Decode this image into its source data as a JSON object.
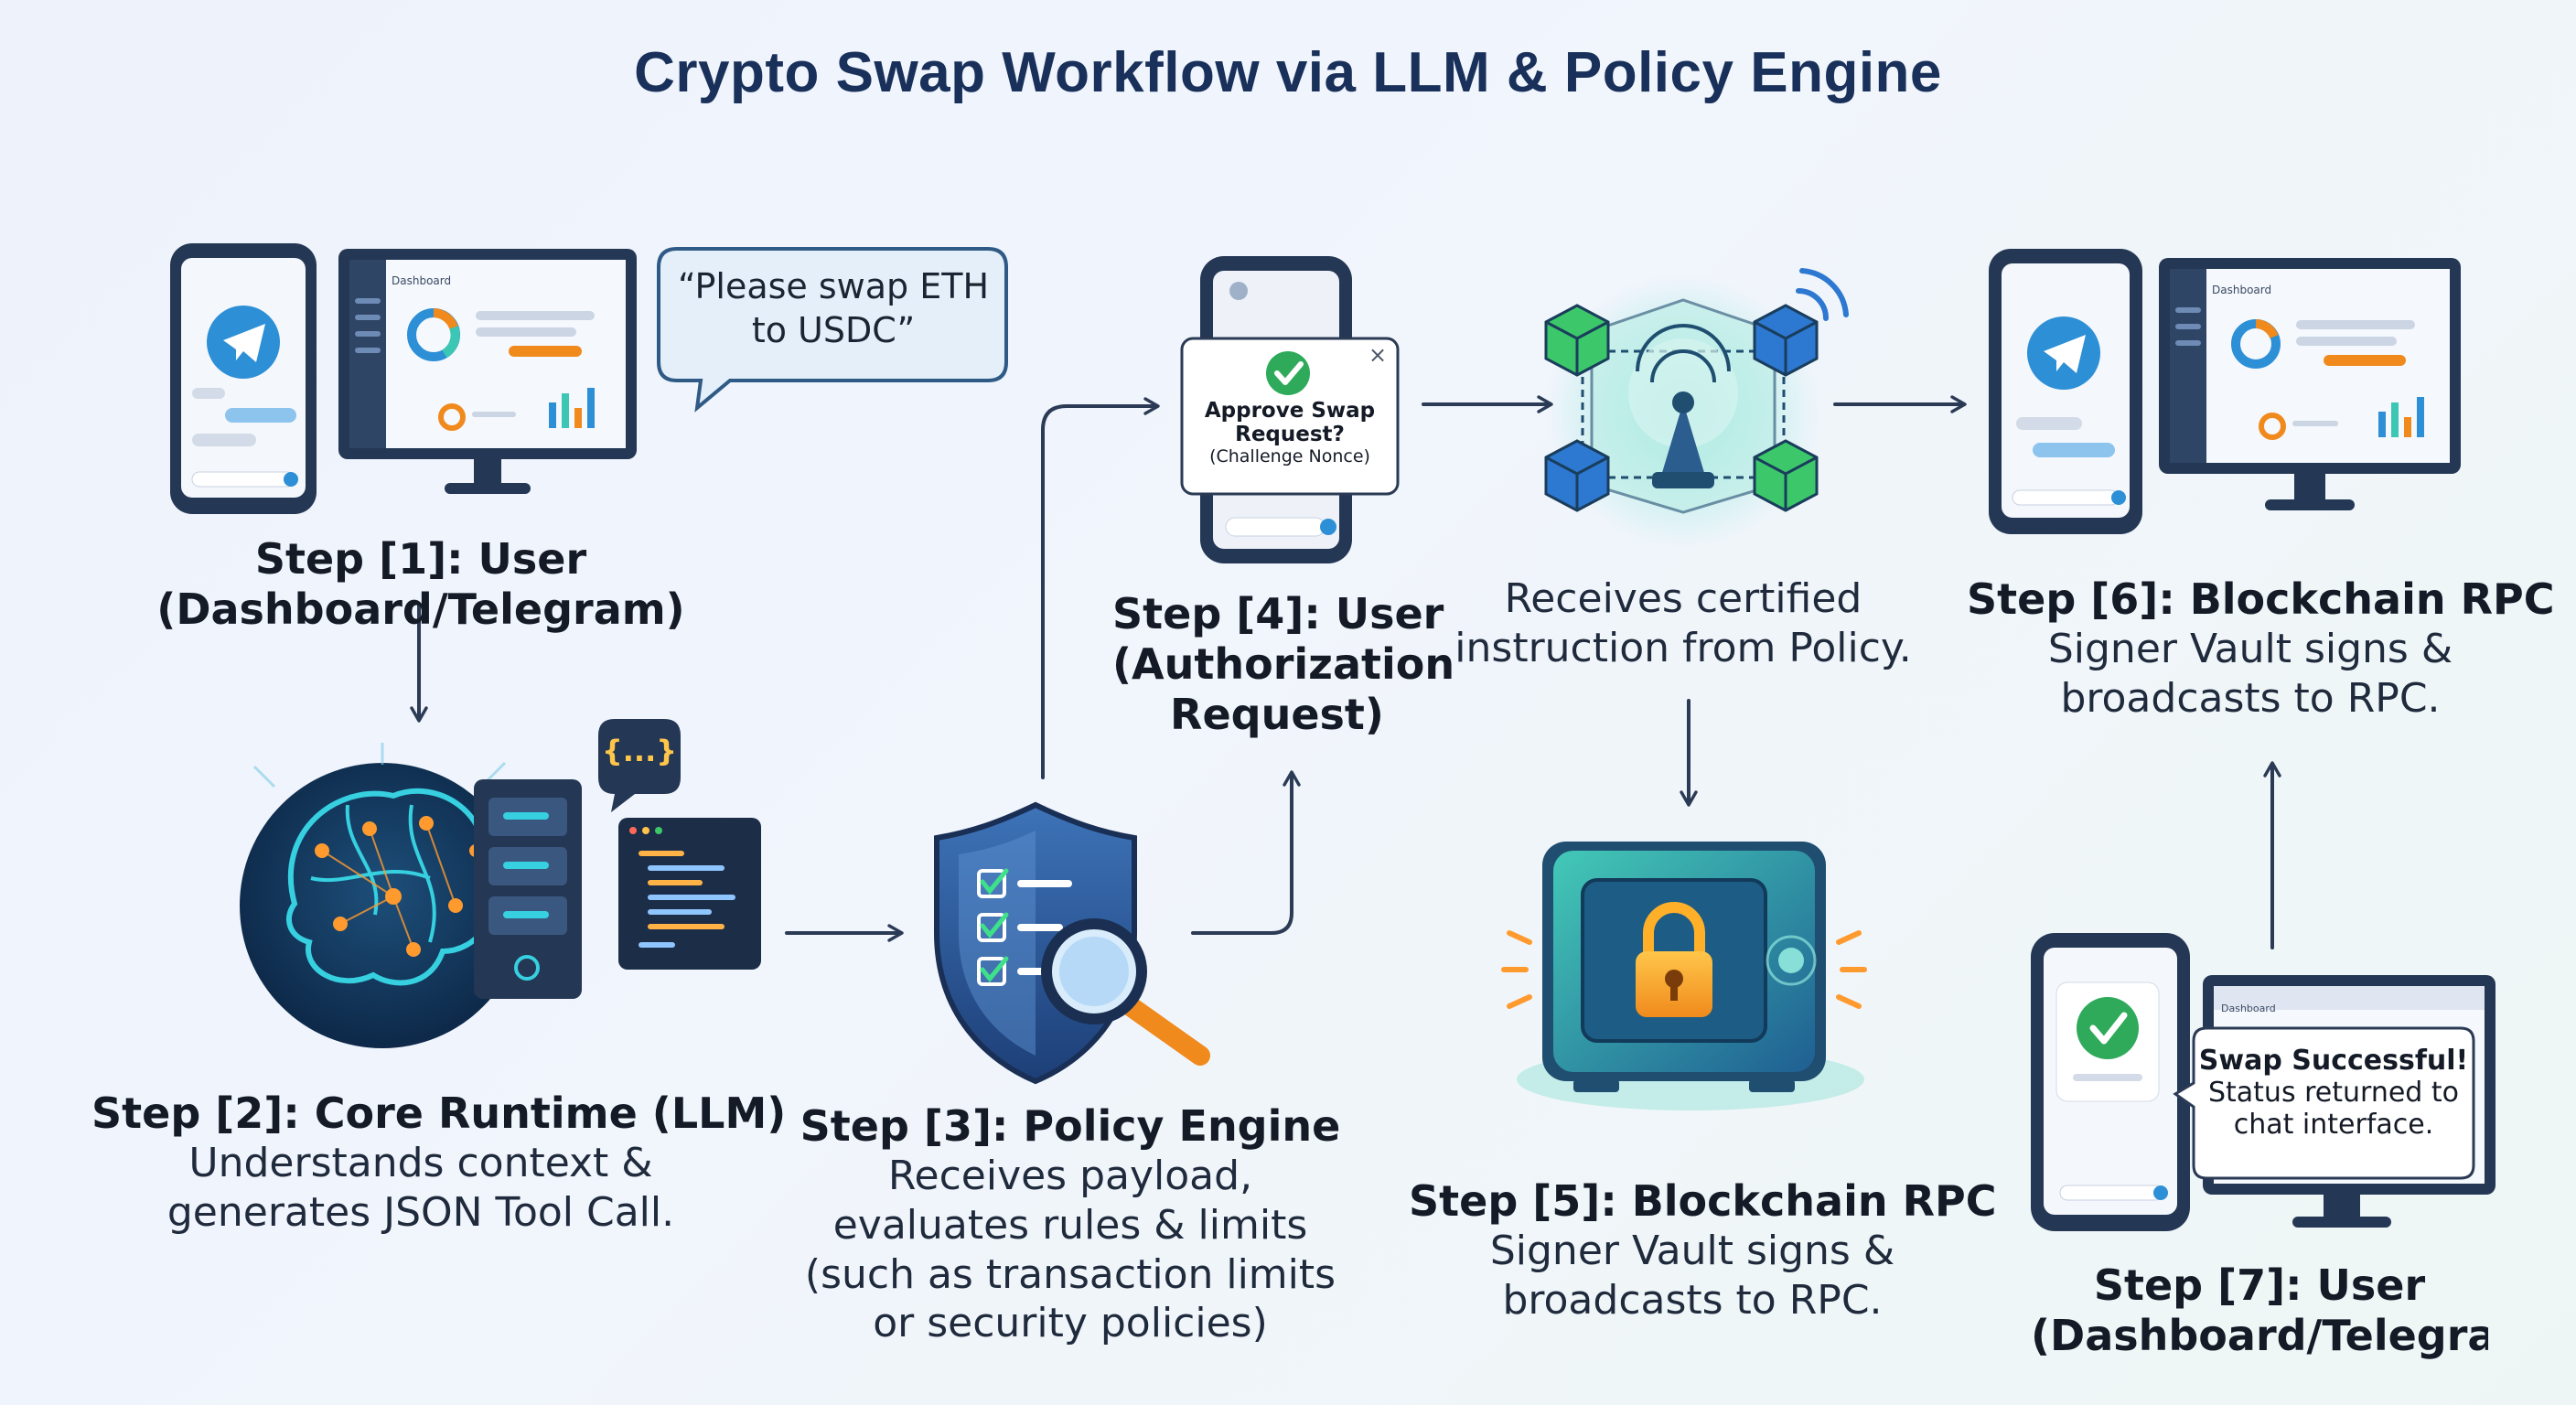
{
  "title": "Crypto Swap Workflow via LLM & Policy Engine",
  "colors": {
    "navy": "#18305a",
    "device_frame": "#2a3d5c",
    "telegram_blue": "#2d8fd6",
    "arrow": "#2b3a55",
    "success_green": "#2eaa5a",
    "teal": "#3cc6b4"
  },
  "chat_bubble": {
    "line1": "“Please swap ETH",
    "line2": "to USDC”"
  },
  "code_bubble": {
    "text": "{...}"
  },
  "dashboard_label": "Dashboard",
  "popup": {
    "line1": "Approve Swap",
    "line2": "Request?",
    "line3": "(Challenge Nonce)",
    "close": "×"
  },
  "success_popup": {
    "line1": "Swap Successful!",
    "line2": "Status returned to",
    "line3": "chat interface."
  },
  "steps": {
    "s1": {
      "title": "Step [1]: User (Dashboard/Telegram)"
    },
    "s2": {
      "title": "Step [2]: Core Runtime (LLM)",
      "desc1": "Understands context &",
      "desc2": "generates JSON Tool Call."
    },
    "s3": {
      "title": "Step [3]: Policy Engine",
      "desc1": "Receives payload,",
      "desc2": "evaluates rules & limits",
      "desc3": "(such as transaction limits",
      "desc4": "or security policies)"
    },
    "s4": {
      "title1": "Step [4]: User",
      "title2": "(Authorization",
      "title3": "Request)"
    },
    "certified": {
      "desc1": "Receives certified",
      "desc2": "instruction from Policy."
    },
    "s5": {
      "title": "Step [5]: Blockchain RPC",
      "desc1": "Signer Vault signs &",
      "desc2": "broadcasts to RPC."
    },
    "s6": {
      "title": "Step [6]: Blockchain RPC",
      "desc1": "Signer Vault signs &",
      "desc2": "broadcasts to RPC."
    },
    "s7": {
      "title1": "Step [7]: User",
      "title2": "(Dashboard/Telegra"
    }
  }
}
